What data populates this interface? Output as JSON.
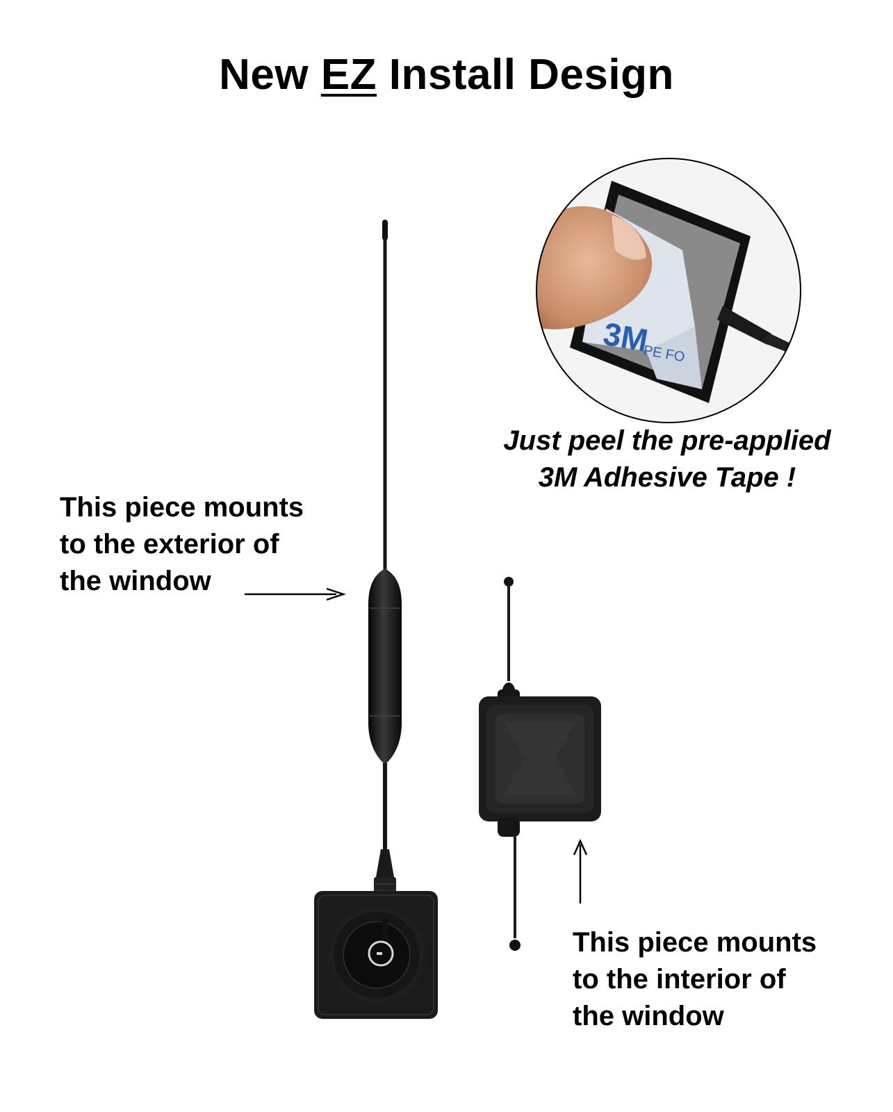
{
  "title": {
    "prefix": "New",
    "emphasis": "EZ",
    "suffix": "Install Design"
  },
  "exterior_caption": {
    "line1": "This piece mounts",
    "line2": "to the exterior of",
    "line3": "the window"
  },
  "interior_caption": {
    "line1": "This piece mounts",
    "line2": "to the interior of",
    "line3": "the window"
  },
  "tape_caption": {
    "line1": "Just peel the pre-applied",
    "line2": "3M Adhesive Tape !"
  },
  "tape_brand": {
    "logo": "3M",
    "print": "PE FO"
  },
  "colors": {
    "background": "#ffffff",
    "text": "#000000",
    "device": "#1c1c1c",
    "tape_liner": "#dde4ec",
    "tape_logo": "#2a5fb0"
  }
}
